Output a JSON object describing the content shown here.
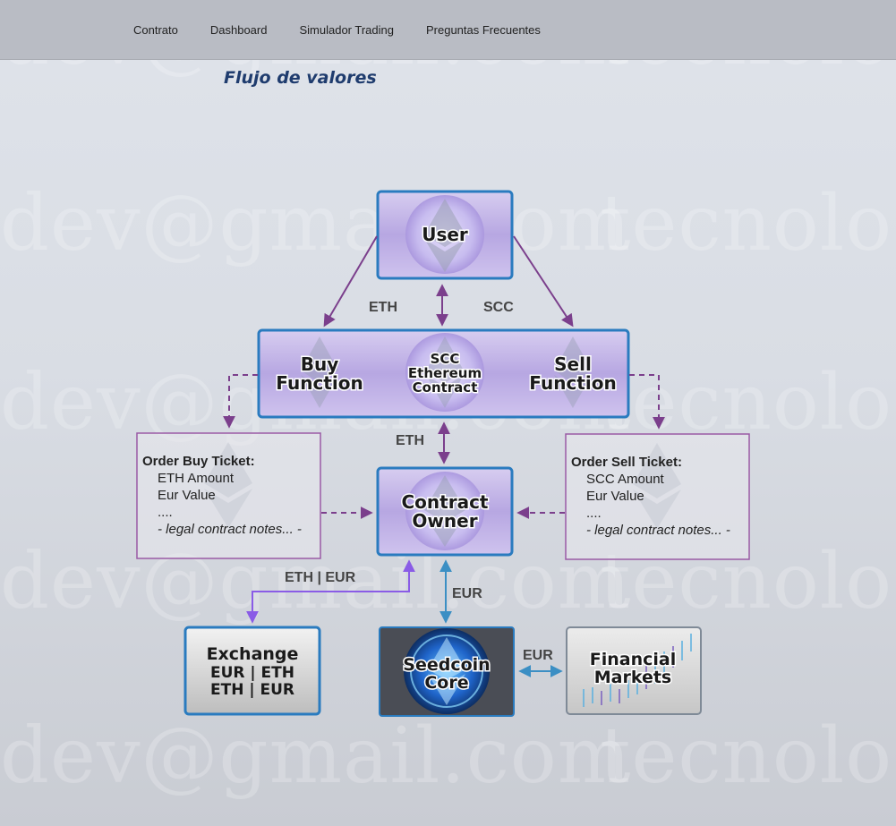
{
  "nav": {
    "items": [
      "Contrato",
      "Dashboard",
      "Simulador Trading",
      "Preguntas Frecuentes"
    ]
  },
  "page": {
    "title": "Flujo de valores"
  },
  "watermark": {
    "line1": "dev@gmail.com",
    "line2": "tecnologi"
  },
  "diagram": {
    "user": "User",
    "buy_line1": "Buy",
    "buy_line2": "Function",
    "contract_line1": "SCC",
    "contract_line2": "Ethereum",
    "contract_line3": "Contract",
    "sell_line1": "Sell",
    "sell_line2": "Function",
    "owner_line1": "Contract",
    "owner_line2": "Owner",
    "exchange_line1": "Exchange",
    "exchange_line2": "EUR | ETH",
    "exchange_line3": "ETH | EUR",
    "core_line1": "Seedcoin",
    "core_line2": "Core",
    "markets_line1": "Financial",
    "markets_line2": "Markets",
    "labels": {
      "eth_left": "ETH",
      "scc_right": "SCC",
      "eth_mid": "ETH",
      "eth_eur": "ETH | EUR",
      "eur_vertical": "EUR",
      "eur_horizontal": "EUR"
    },
    "buy_ticket": {
      "title": "Order Buy Ticket:",
      "line1": "ETH Amount",
      "line2": "Eur Value",
      "line3": "....",
      "line4": "- legal contract notes... -"
    },
    "sell_ticket": {
      "title": "Order Sell Ticket:",
      "line1": "SCC Amount",
      "line2": "Eur Value",
      "line3": "....",
      "line4": "- legal contract notes... -"
    }
  },
  "colors": {
    "purple_arrow": "#7b3f8c",
    "violet_arrow": "#8a5ce6",
    "blue_arrow": "#3b8fc4",
    "node_border": "#2a7bbf"
  }
}
